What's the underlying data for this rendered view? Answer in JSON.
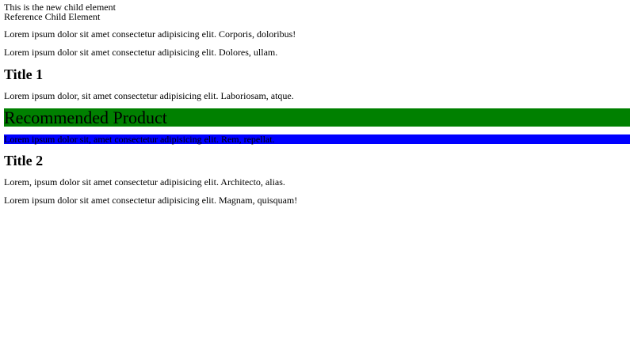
{
  "new_child": "This is the new child element",
  "reference_child": "Reference Child Element",
  "paragraphs": [
    "Lorem ipsum dolor sit amet consectetur adipisicing elit. Corporis, doloribus!",
    "Lorem ipsum dolor sit amet consectetur adipisicing elit. Dolores, ullam."
  ],
  "title1": "Title 1",
  "title1_paragraph": "Lorem ipsum dolor, sit amet consectetur adipisicing elit. Laboriosam, atque.",
  "recommended": {
    "heading": "Recommended Product",
    "text": "Lorem ipsum dolor sit, amet consectetur adipisicing elit. Rem, repellat.",
    "heading_bg": "#008000",
    "text_bg": "#0000ff"
  },
  "title2": "Title 2",
  "title2_paragraphs": [
    "Lorem, ipsum dolor sit amet consectetur adipisicing elit. Architecto, alias.",
    "Lorem ipsum dolor sit amet consectetur adipisicing elit. Magnam, quisquam!"
  ]
}
